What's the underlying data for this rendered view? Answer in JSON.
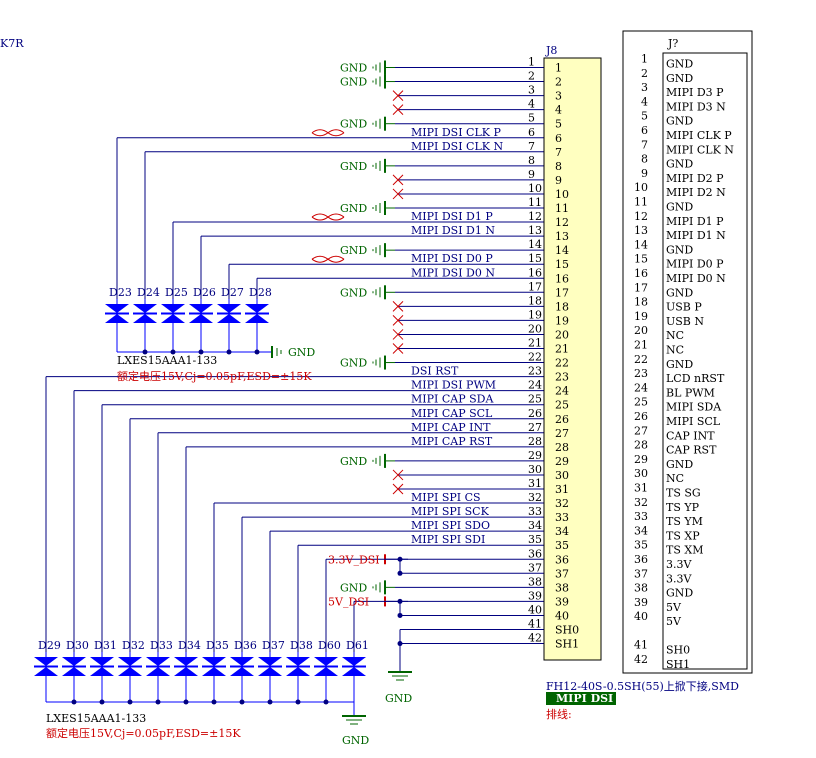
{
  "corner_fragment": "K7R",
  "connector": {
    "designator": "J8",
    "part": "FH12-40S-0.5SH(55)上掀下接,SMD",
    "tag": "MIPI DSI",
    "note": "排线:",
    "pins": [
      {
        "num": "1",
        "net": "GND",
        "type": "gnd"
      },
      {
        "num": "2",
        "net": "GND",
        "type": "gnd"
      },
      {
        "num": "3",
        "net": "",
        "type": "nc"
      },
      {
        "num": "4",
        "net": "",
        "type": "nc"
      },
      {
        "num": "5",
        "net": "GND",
        "type": "gnd"
      },
      {
        "num": "6",
        "net": "MIPI_DSI_CLK_P",
        "type": "diff"
      },
      {
        "num": "7",
        "net": "MIPI_DSI_CLK_N",
        "type": "diff"
      },
      {
        "num": "8",
        "net": "GND",
        "type": "gnd"
      },
      {
        "num": "9",
        "net": "",
        "type": "nc"
      },
      {
        "num": "10",
        "net": "",
        "type": "nc"
      },
      {
        "num": "11",
        "net": "GND",
        "type": "gnd"
      },
      {
        "num": "12",
        "net": "MIPI_DSI_D1_P",
        "type": "diff"
      },
      {
        "num": "13",
        "net": "MIPI_DSI_D1_N",
        "type": "diff"
      },
      {
        "num": "14",
        "net": "GND",
        "type": "gnd"
      },
      {
        "num": "15",
        "net": "MIPI_DSI_D0_P",
        "type": "diff"
      },
      {
        "num": "16",
        "net": "MIPI_DSI_D0_N",
        "type": "diff"
      },
      {
        "num": "17",
        "net": "GND",
        "type": "gnd"
      },
      {
        "num": "18",
        "net": "",
        "type": "nc"
      },
      {
        "num": "19",
        "net": "",
        "type": "nc"
      },
      {
        "num": "20",
        "net": "",
        "type": "nc"
      },
      {
        "num": "21",
        "net": "",
        "type": "nc"
      },
      {
        "num": "22",
        "net": "GND",
        "type": "gnd"
      },
      {
        "num": "23",
        "net": "DSI_RST",
        "type": "sig"
      },
      {
        "num": "24",
        "net": "MIPI_DSI_PWM",
        "type": "sig"
      },
      {
        "num": "25",
        "net": "MIPI_CAP_SDA",
        "type": "sig"
      },
      {
        "num": "26",
        "net": "MIPI_CAP_SCL",
        "type": "sig"
      },
      {
        "num": "27",
        "net": "MIPI_CAP_INT",
        "type": "sig"
      },
      {
        "num": "28",
        "net": "MIPI_CAP_RST",
        "type": "sig"
      },
      {
        "num": "29",
        "net": "GND",
        "type": "gnd"
      },
      {
        "num": "30",
        "net": "",
        "type": "nc"
      },
      {
        "num": "31",
        "net": "",
        "type": "nc"
      },
      {
        "num": "32",
        "net": "MIPI_SPI_CS",
        "type": "sig"
      },
      {
        "num": "33",
        "net": "MIPI_SPI_SCK",
        "type": "sig"
      },
      {
        "num": "34",
        "net": "MIPI_SPI_SDO",
        "type": "sig"
      },
      {
        "num": "35",
        "net": "MIPI_SPI_SDI",
        "type": "sig"
      },
      {
        "num": "36",
        "net": "3.3V_DSI",
        "type": "pwr"
      },
      {
        "num": "37",
        "net": "",
        "type": "pwrj"
      },
      {
        "num": "38",
        "net": "GND",
        "type": "gndp"
      },
      {
        "num": "39",
        "net": "5V_DSI",
        "type": "pwr"
      },
      {
        "num": "40",
        "net": "",
        "type": "pwrj"
      },
      {
        "num": "41",
        "net": "",
        "type": "sh",
        "inner": "SH0"
      },
      {
        "num": "42",
        "net": "",
        "type": "sh",
        "inner": "SH1"
      }
    ]
  },
  "pinout": {
    "designator": "J?",
    "pins": [
      {
        "num": "1",
        "name": "GND"
      },
      {
        "num": "2",
        "name": "GND"
      },
      {
        "num": "3",
        "name": "MIPI_D3_P"
      },
      {
        "num": "4",
        "name": "MIPI_D3_N"
      },
      {
        "num": "5",
        "name": "GND"
      },
      {
        "num": "6",
        "name": "MIPI_CLK_P"
      },
      {
        "num": "7",
        "name": "MIPI_CLK_N"
      },
      {
        "num": "8",
        "name": "GND"
      },
      {
        "num": "9",
        "name": "MIPI_D2_P"
      },
      {
        "num": "10",
        "name": "MIPI_D2_N"
      },
      {
        "num": "11",
        "name": "GND"
      },
      {
        "num": "12",
        "name": "MIPI_D1_P"
      },
      {
        "num": "13",
        "name": "MIPI_D1_N"
      },
      {
        "num": "14",
        "name": "GND"
      },
      {
        "num": "15",
        "name": "MIPI_D0_P"
      },
      {
        "num": "16",
        "name": "MIPI_D0_N"
      },
      {
        "num": "17",
        "name": "GND"
      },
      {
        "num": "18",
        "name": "USB_P"
      },
      {
        "num": "19",
        "name": "USB_N"
      },
      {
        "num": "20",
        "name": "NC"
      },
      {
        "num": "21",
        "name": "NC"
      },
      {
        "num": "22",
        "name": "GND"
      },
      {
        "num": "23",
        "name": "LCD_nRST"
      },
      {
        "num": "24",
        "name": "BL_PWM"
      },
      {
        "num": "25",
        "name": "MIPI_SDA"
      },
      {
        "num": "26",
        "name": "MIPI_SCL"
      },
      {
        "num": "27",
        "name": "CAP_INT"
      },
      {
        "num": "28",
        "name": "CAP_RST"
      },
      {
        "num": "29",
        "name": "GND"
      },
      {
        "num": "30",
        "name": "NC"
      },
      {
        "num": "31",
        "name": "TS_SG"
      },
      {
        "num": "32",
        "name": "TS_YP"
      },
      {
        "num": "33",
        "name": "TS_YM"
      },
      {
        "num": "34",
        "name": "TS_XP"
      },
      {
        "num": "35",
        "name": "TS_XM"
      },
      {
        "num": "36",
        "name": "3.3V"
      },
      {
        "num": "37",
        "name": "3.3V"
      },
      {
        "num": "38",
        "name": "GND"
      },
      {
        "num": "39",
        "name": "5V"
      },
      {
        "num": "40",
        "name": "5V"
      },
      {
        "num": "41",
        "name": "SH0"
      },
      {
        "num": "42",
        "name": "SH1"
      }
    ]
  },
  "esd_top": {
    "diodes": [
      "D23",
      "D24",
      "D25",
      "D26",
      "D27",
      "D28"
    ],
    "part": "LXES15AAA1-133",
    "spec": "额定电压15V,Cj=0.05pF,ESD=±15K",
    "gnd_label": "GND"
  },
  "esd_bottom": {
    "diodes": [
      "D29",
      "D30",
      "D31",
      "D32",
      "D33",
      "D34",
      "D35",
      "D36",
      "D37",
      "D38",
      "D60",
      "D61"
    ],
    "part": "LXES15AAA1-133",
    "spec": "额定电压15V,Cj=0.05pF,ESD=±15K",
    "gnd_label": "GND"
  },
  "shield_gnd_label": "GND",
  "colors": {
    "wire": "#000080",
    "component": "#0000ff",
    "connector_fill": "#ffffc0",
    "net_label": "#000080",
    "power_label": "#cc0000",
    "gnd": "#006400",
    "noconnect": "#cc0000"
  }
}
